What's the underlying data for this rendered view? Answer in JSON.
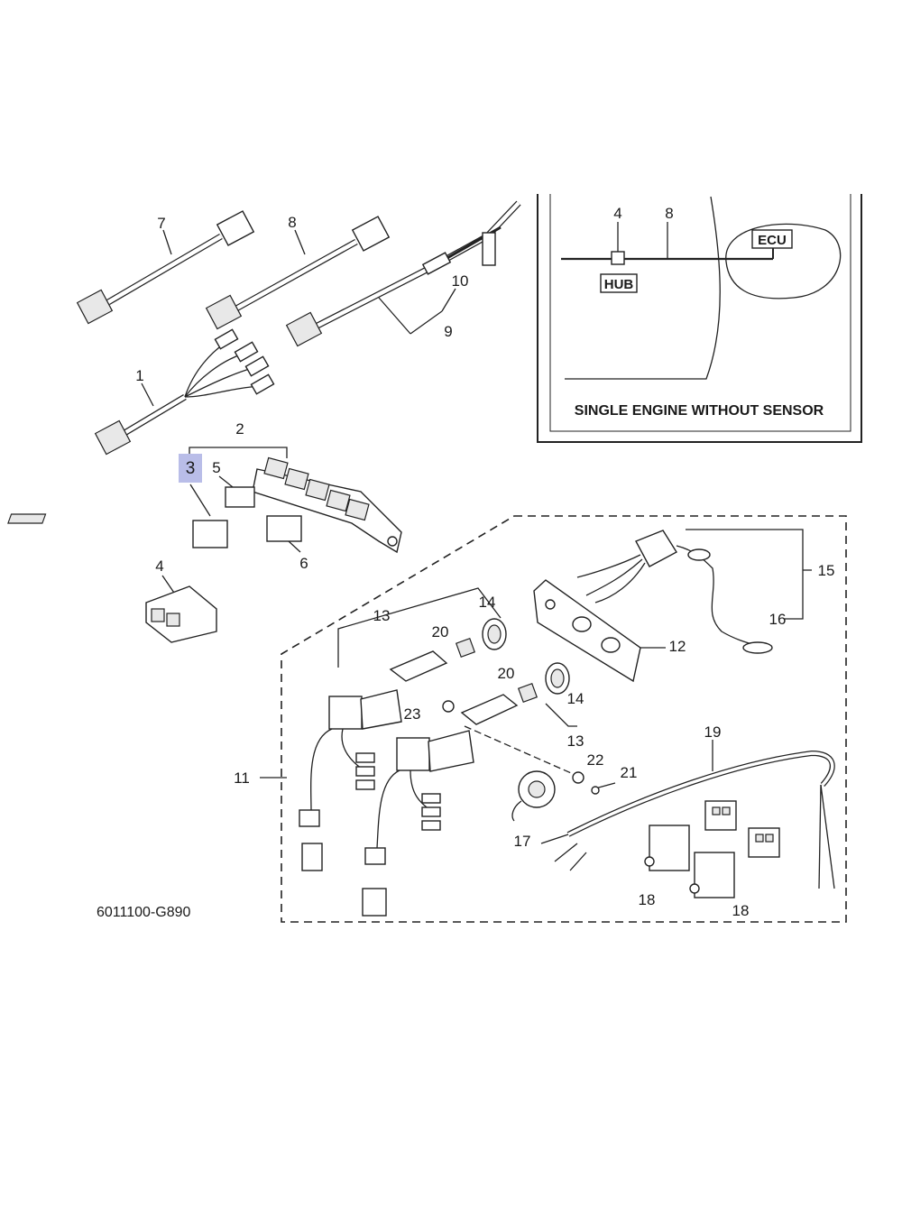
{
  "callouts": {
    "c1": "1",
    "c2": "2",
    "c3": "3",
    "c4": "4",
    "c5": "5",
    "c6": "6",
    "c7": "7",
    "c8": "8",
    "c9": "9",
    "c10": "10",
    "c11": "11",
    "c12": "12",
    "c13a": "13",
    "c13b": "13",
    "c14a": "14",
    "c14b": "14",
    "c15": "15",
    "c16": "16",
    "c17": "17",
    "c18a": "18",
    "c18b": "18",
    "c19": "19",
    "c20a": "20",
    "c20b": "20",
    "c21": "21",
    "c22": "22",
    "c23": "23"
  },
  "inset": {
    "label_4": "4",
    "label_8": "8",
    "hub": "HUB",
    "ecu": "ECU",
    "caption": "SINGLE ENGINE WITHOUT SENSOR"
  },
  "diagram_code": "6011100-G890",
  "highlight_color": "#b9bde8"
}
